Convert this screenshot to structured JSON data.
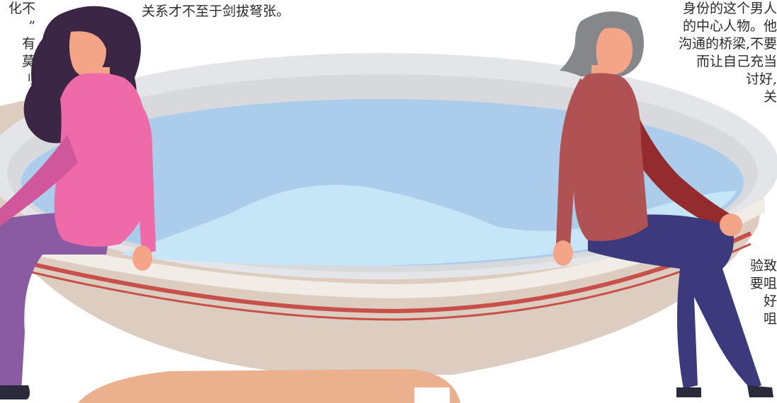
{
  "text": {
    "left_lines": [
      "化不",
      "”",
      "有",
      "莫",
      "刂"
    ],
    "top_line": "关系才不至于剑拔弩张。",
    "right_lines": [
      "身份的这个男人",
      "的中心人物。他",
      "沟通的桥梁,不要",
      "而让自己充当",
      "讨好,",
      "关"
    ],
    "right_lines_lower": [
      "验致",
      "要咀",
      "好",
      "咀"
    ]
  },
  "colors": {
    "bowl_rim": "#e3e5e8",
    "bowl_body": "#dccdc0",
    "bowl_stripe": "#c8504a",
    "water": "#abcdeb",
    "water_light": "#c6e6f8",
    "woman_left_top": "#ee6aa8",
    "woman_left_hair": "#3b2646",
    "woman_left_pants": "#8a5aa3",
    "woman_right_top": "#b05153",
    "woman_right_hair": "#85878a",
    "woman_right_pants": "#3a3a7c",
    "skin": "#f4a487",
    "hand": "#ebb18e"
  }
}
